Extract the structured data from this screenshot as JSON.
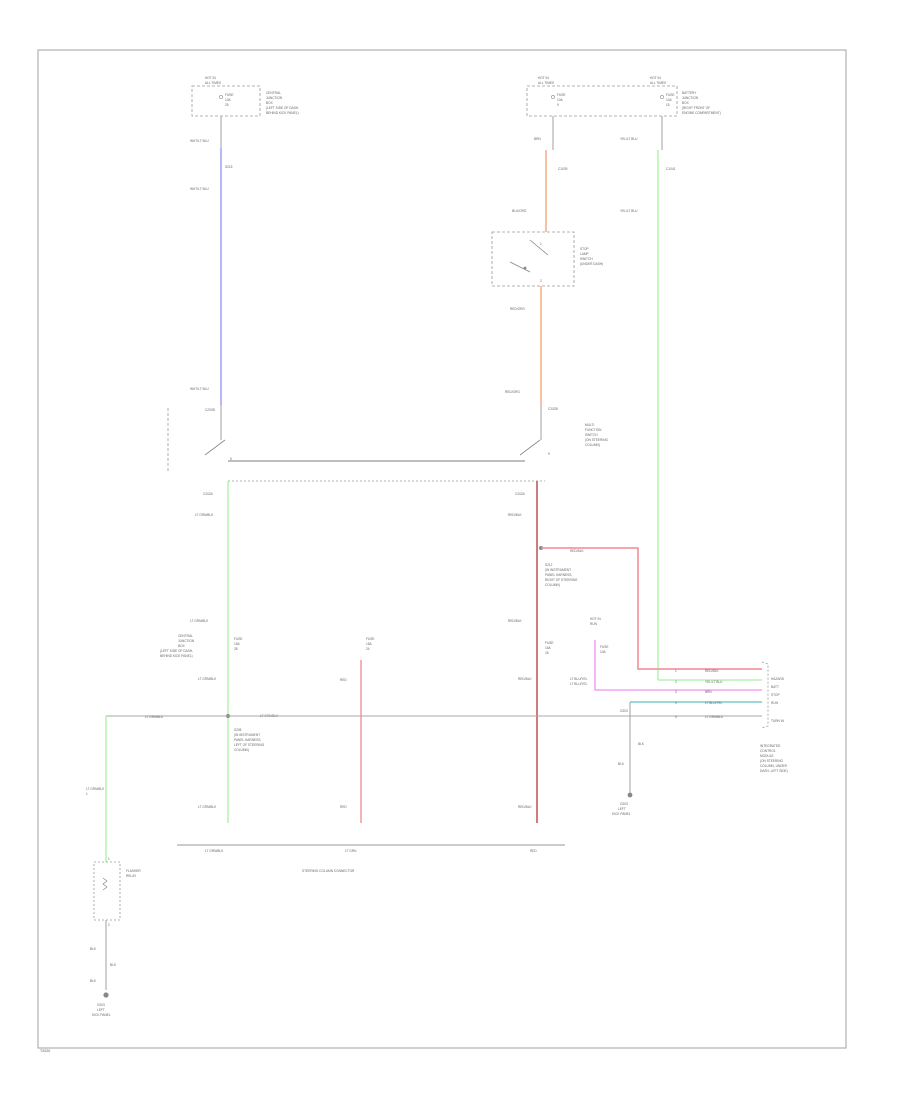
{
  "footer": {
    "code": "T2020"
  },
  "fuse_box_left": {
    "top_label": "HOT IN",
    "top_label2": "ALL TIMES",
    "fuse": "FUSE",
    "fuse_amp": "10A",
    "fuse_num": "25",
    "title_lines": [
      "CENTRAL",
      "JUNCTION",
      "BOX",
      "(LEFT SIDE OF DASH,",
      "BEHIND KICK PANEL)"
    ],
    "wire_top": "WHT/LT BLU",
    "wire_num": "S215",
    "wire_low": "WHT/LT BLU"
  },
  "fuse_box_right": {
    "top_label_a": "HOT IN",
    "top_label_a2": "ALL TIMES",
    "top_label_b": "HOT IN",
    "top_label_b2": "ALL TIMES",
    "fuse_a": "FUSE",
    "fuse_a_amp": "10A",
    "fuse_a_num": "9",
    "fuse_b": "FUSE",
    "fuse_b_amp": "10A",
    "fuse_b_num": "15",
    "title_lines": [
      "BATTERY",
      "JUNCTION",
      "BOX",
      "(RIGHT FRONT OF",
      "ENGINE COMPARTMENT)"
    ],
    "wire_a": "BRN",
    "wire_a_num": "C1039",
    "wire_b": "YEL/LT BLU",
    "wire_b_num": "C1041"
  },
  "brake_switch": {
    "label_lines": [
      "STOP",
      "LAMP",
      "SWITCH",
      "(UNDER DASH)"
    ],
    "wire_in": "BLU/ORG",
    "wire_out": "RED/ORG",
    "pin_a": "1",
    "pin_b": "2"
  },
  "turn_switch": {
    "label_lines": [
      "MULTI",
      "FUNCTION",
      "SWITCH",
      "(ON STEERING",
      "COLUMN)"
    ],
    "conn_top": "C202B",
    "conn_top2": "C202B",
    "pin_l": "5",
    "pin_r": "9",
    "conn_bottom": "C202A",
    "conn_bottom2": "C202A"
  },
  "left_branch": {
    "wire_mid": "LT GRN/BLK",
    "jb_lines": [
      "CENTRAL",
      "JUNCTION",
      "BOX",
      "(LEFT SIDE OF DASH,",
      "BEHIND KICK PANEL)"
    ],
    "fuse": "FUSE",
    "fuse_amp": "15A",
    "fuse_num": "28",
    "wire_low": "LT GRN/BLK",
    "wire_gnd": "LT GRN/BLK",
    "splice_lines": [
      "S205",
      "(IN INSTRUMENT",
      "PANEL HARNESS,",
      "LEFT OF STEERING",
      "COLUMN)"
    ]
  },
  "mid_branch": {
    "fuse": "FUSE",
    "fuse_amp": "15A",
    "fuse_num": "24",
    "wire": "RED",
    "wire_low": "RED"
  },
  "right_branch": {
    "wire": "RED/BLK",
    "splice_lines": [
      "S212",
      "(IN INSTRUMENT",
      "PANEL HARNESS,",
      "RIGHT OF STEERING",
      "COLUMN)"
    ],
    "fuse": "FUSE",
    "fuse_amp": "15A",
    "fuse_num": "26",
    "wire_low": "RED/BLK",
    "wire_low2": "RED/BLK",
    "cross_wire": "RED/BLK"
  },
  "power_small": {
    "label": "HOT IN",
    "label2": "RUN",
    "fuse": "FUSE",
    "fuse_num": "10A",
    "wire": "LT BLU/YEL",
    "wire_num": "LT BLU/YEL"
  },
  "ground_right": {
    "wire": "BLK",
    "num": "G203",
    "lines": [
      "LEFT",
      "KICK PANEL"
    ]
  },
  "ground_left": {
    "wire": "BLK",
    "num": "G203",
    "lines": [
      "LEFT",
      "KICK PANEL"
    ]
  },
  "module": {
    "pins": [
      "RED/BLK",
      "YEL/LT BLU",
      "BRN",
      "LT BLU/YEL",
      "LT GRN/BLK"
    ],
    "pin_nums": [
      "1",
      "2",
      "3",
      "4",
      "5"
    ],
    "pin_labels": [
      "HAZARD",
      "BATT",
      "STOP",
      "RUN",
      "TURN IN"
    ],
    "title_lines": [
      "INTEGRATED",
      "CONTROL",
      "MODULE",
      "(ON STEERING",
      "COLUMN, UNDER",
      "DASH, LEFT SIDE)"
    ]
  },
  "relay": {
    "label_lines": [
      "FLASHER",
      "RELAY"
    ],
    "wire_top": "LT GRN/BLK",
    "wire_bot": "BLK",
    "pin_a": "1",
    "pin_b": "2"
  },
  "harness": {
    "wire_l": "LT GRN/BLK",
    "wire_m": "LT GRN",
    "wire_r": "RED",
    "caption": "STEERING COLUMN CONNECTOR"
  },
  "colors": {
    "frame": "#b0b0b0",
    "wire_gray": "#a8a8a8",
    "blue": "#8a96f0",
    "orange": "#f0a070",
    "green": "#a8f0a0",
    "pink": "#f08890",
    "darkred": "#c05050",
    "magenta": "#f090f0",
    "teal": "#60c0c0"
  }
}
